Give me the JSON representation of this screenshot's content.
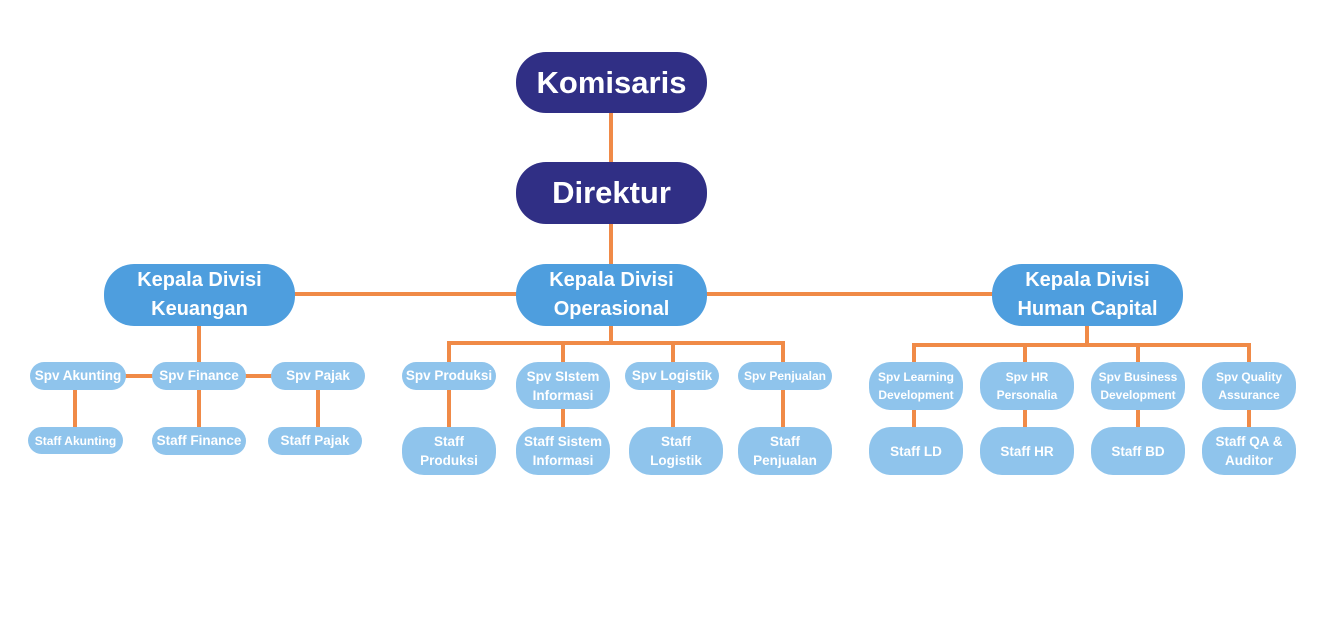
{
  "colors": {
    "top_fill": "#302f85",
    "head_fill": "#4e9ede",
    "sub_fill": "#8fc4ec",
    "connector": "#f08a47",
    "text": "#ffffff"
  },
  "nodes": {
    "komisaris": "Komisaris",
    "direktur": "Direktur",
    "div_keuangan": "Kepala Divisi\nKeuangan",
    "div_operasional": "Kepala Divisi\nOperasional",
    "div_human_capital": "Kepala Divisi\nHuman Capital",
    "spv_akunting": "Spv Akunting",
    "spv_finance": "Spv Finance",
    "spv_pajak": "Spv Pajak",
    "staff_akunting": "Staff Akunting",
    "staff_finance": "Staff Finance",
    "staff_pajak": "Staff Pajak",
    "spv_produksi": "Spv Produksi",
    "spv_sistem_informasi": "Spv SIstem\nInformasi",
    "spv_logistik": "Spv Logistik",
    "spv_penjualan": "Spv Penjualan",
    "staff_produksi": "Staff\nProduksi",
    "staff_sistem_informasi": "Staff Sistem\nInformasi",
    "staff_logistik": "Staff\nLogistik",
    "staff_penjualan": "Staff\nPenjualan",
    "spv_learning_development": "Spv Learning\nDevelopment",
    "spv_hr_personalia": "Spv HR\nPersonalia",
    "spv_business_development": "Spv Business\nDevelopment",
    "spv_quality_assurance": "Spv Quality\nAssurance",
    "staff_ld": "Staff LD",
    "staff_hr": "Staff HR",
    "staff_bd": "Staff BD",
    "staff_qa_auditor": "Staff QA &\nAuditor"
  }
}
